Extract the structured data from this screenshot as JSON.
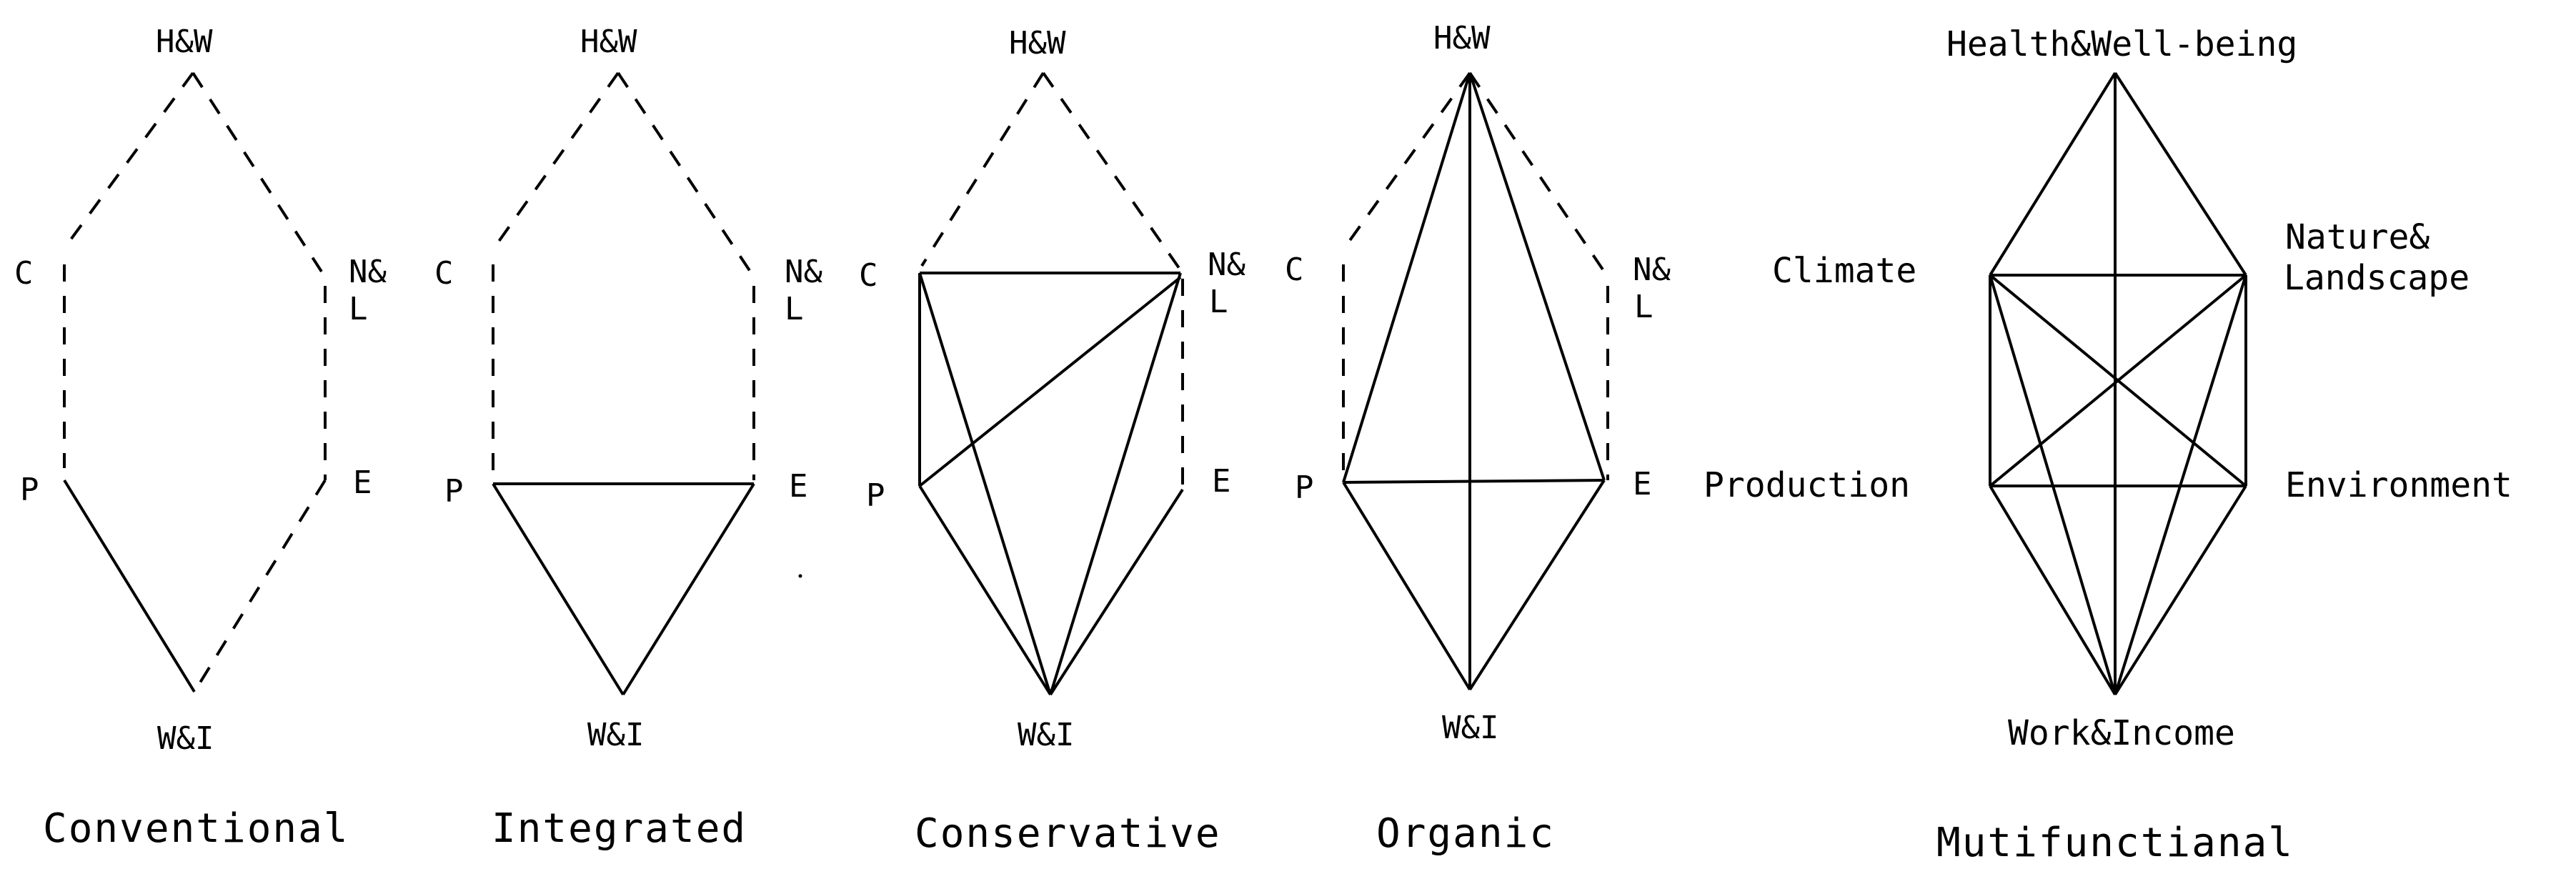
{
  "diagrams": [
    {
      "id": "conventional",
      "caption": "Conventional",
      "labels": {
        "hw": "H&W",
        "c": "C",
        "nl1": "N&",
        "nl2": "L",
        "p": "P",
        "e": "E",
        "wi": "W&I"
      }
    },
    {
      "id": "integrated",
      "caption": "Integrated",
      "labels": {
        "hw": "H&W",
        "c": "C",
        "nl1": "N&",
        "nl2": "L",
        "p": "P",
        "e": "E",
        "wi": "W&I"
      }
    },
    {
      "id": "conservative",
      "caption": "Conservative",
      "labels": {
        "hw": "H&W",
        "c": "C",
        "nl1": "N&",
        "nl2": "L",
        "p": "P",
        "e": "E",
        "wi": "W&I"
      }
    },
    {
      "id": "organic",
      "caption": "Organic",
      "labels": {
        "hw": "H&W",
        "c": "C",
        "nl1": "N&",
        "nl2": "L",
        "p": "P",
        "e": "E",
        "wi": "W&I"
      }
    },
    {
      "id": "multifunctional",
      "caption": "Mutifunctianal",
      "labels": {
        "hw": "Health&Well-being",
        "c": "Climate",
        "nl1": "Nature&",
        "nl2": "Landscape",
        "p": "Production",
        "e": "Environment",
        "wi": "Work&Income"
      }
    }
  ]
}
